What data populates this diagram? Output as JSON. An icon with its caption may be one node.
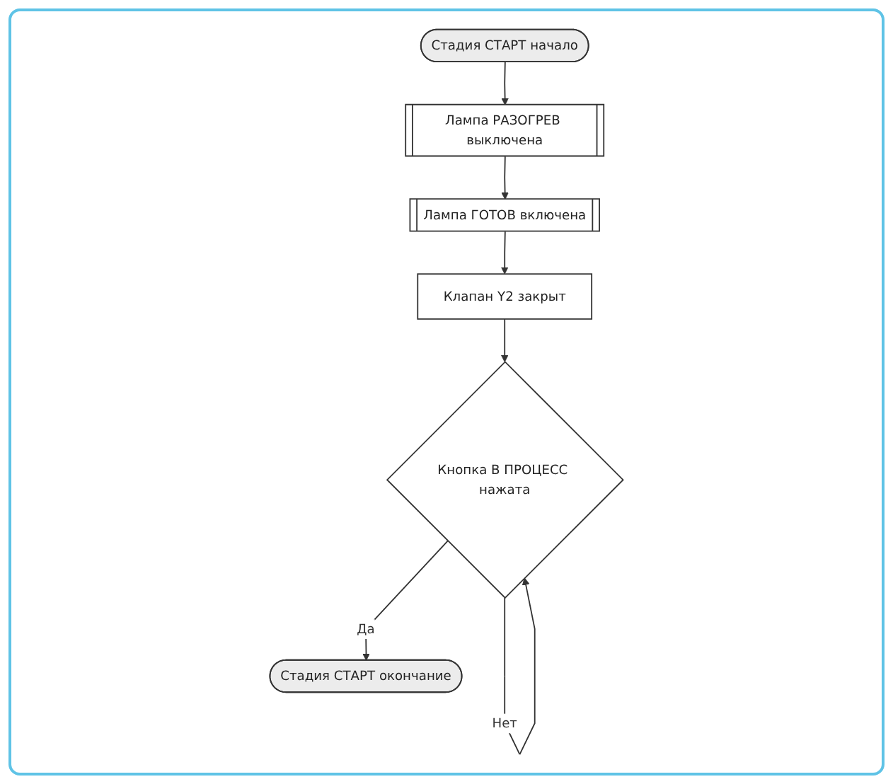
{
  "diagram": {
    "nodes": [
      {
        "text": [
          "Стадия СТАРТ начало"
        ]
      },
      {
        "text": [
          "Лампа РАЗОГРЕВ выключена"
        ]
      },
      {
        "text": [
          "Лампа ГОТОВ включена"
        ]
      },
      {
        "text": [
          "Клапан Y2 закрыт"
        ]
      },
      {
        "text": [
          "Кнопка В ПРОЦЕСС нажата"
        ]
      },
      {
        "text": [
          "Стадия СТАРТ окончание"
        ]
      }
    ],
    "edges": [
      {
        "from": 0,
        "to": 1,
        "arrow": "to"
      },
      {
        "from": 1,
        "to": 2,
        "arrow": "to"
      },
      {
        "from": 2,
        "to": 3,
        "arrow": "to"
      },
      {
        "from": 3,
        "to": 4,
        "arrow": "to"
      },
      {
        "from": 4,
        "to": 4,
        "label": "Нет",
        "arrow": "to"
      },
      {
        "from": 4,
        "to": 5,
        "label": "Да",
        "arrow": "to"
      }
    ]
  }
}
